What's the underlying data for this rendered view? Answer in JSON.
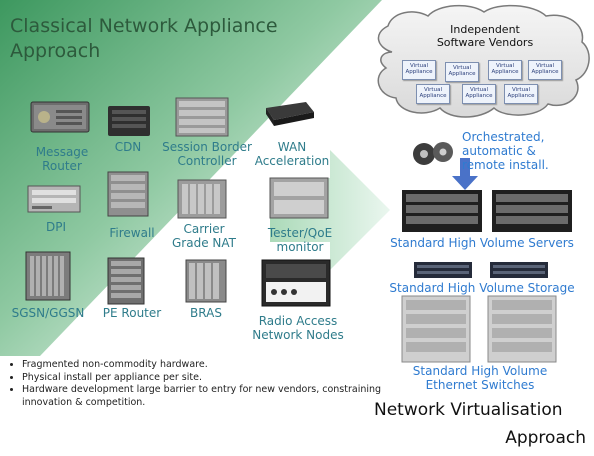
{
  "left_title": {
    "line1": "Classical Network Appliance",
    "line2": "Approach"
  },
  "devices": {
    "message_router": "Message\nRouter",
    "cdn": "CDN",
    "session_border_controller": "Session Border\nController",
    "wan_acceleration": "WAN\nAcceleration",
    "dpi": "DPI",
    "firewall": "Firewall",
    "carrier_grade_nat": "Carrier\nGrade NAT",
    "tester_qoe_monitor": "Tester/QoE\nmonitor",
    "sgsn_ggsn": "SGSN/GGSN",
    "pe_router": "PE Router",
    "bras": "BRAS",
    "radio_access_network_nodes": "Radio Access\nNetwork Nodes"
  },
  "cloud": {
    "title": "Independent\nSoftware Vendors",
    "appliance_label": "Virtual\nAppliance"
  },
  "orchestration": "Orchestrated,\nautomatic &\nremote install.",
  "standard": {
    "servers": "Standard High Volume Servers",
    "storage": "Standard High Volume Storage",
    "switches": "Standard High Volume\nEthernet Switches"
  },
  "right_title": {
    "line1": "Network Virtualisation",
    "line2": "Approach"
  },
  "notes": [
    "Fragmented non-commodity hardware.",
    "Physical install per appliance per site.",
    "Hardware development large barrier to entry for new vendors, constraining innovation & competition."
  ],
  "colors": {
    "teal_text": "#2f7c8b",
    "title_green": "#2d5a3c",
    "blue_text": "#2f7bd0",
    "bg_green": "#3f9a63"
  }
}
